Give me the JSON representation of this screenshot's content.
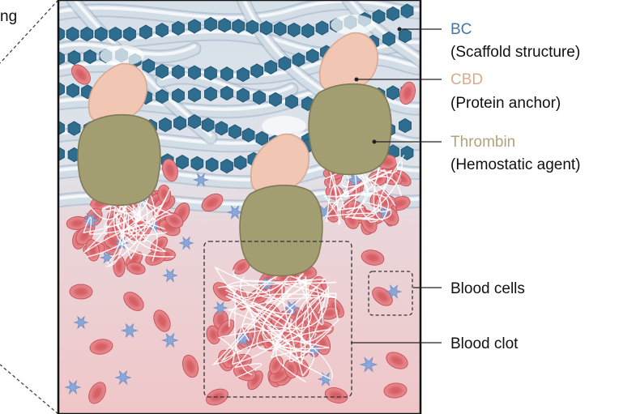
{
  "corner_label": "ng",
  "components": [
    {
      "id": "bc",
      "name": "BC",
      "role": "(Scaffold structure)",
      "color": "#4a74a4"
    },
    {
      "id": "cbd",
      "name": "CBD",
      "role": "(Protein anchor)",
      "color": "#d8ab90"
    },
    {
      "id": "thrombin",
      "name": "Thrombin",
      "role": "(Hemostatic agent)",
      "color": "#b5a27a"
    }
  ],
  "callouts": [
    {
      "id": "blood-cells",
      "label": "Blood cells"
    },
    {
      "id": "blood-clot",
      "label": "Blood clot"
    }
  ],
  "colors": {
    "frame": "#111111",
    "fiber": "#d3dde6",
    "hexagon": "#2f6d8e",
    "red_cell": "#e3747a",
    "platelet": "#8aa7d8",
    "cbd": "#f1c7b4",
    "thrombin": "#a39d72",
    "tissue_bottom": "#f0c9c9"
  }
}
